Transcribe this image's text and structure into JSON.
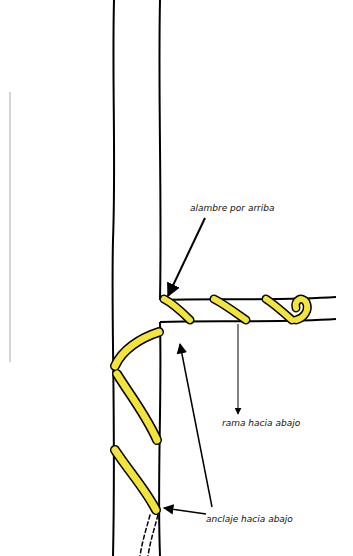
{
  "diagram": {
    "labels": [
      "alambre por arriba",
      "rama hacia abajo",
      "anclaje hacia abajo"
    ]
  }
}
